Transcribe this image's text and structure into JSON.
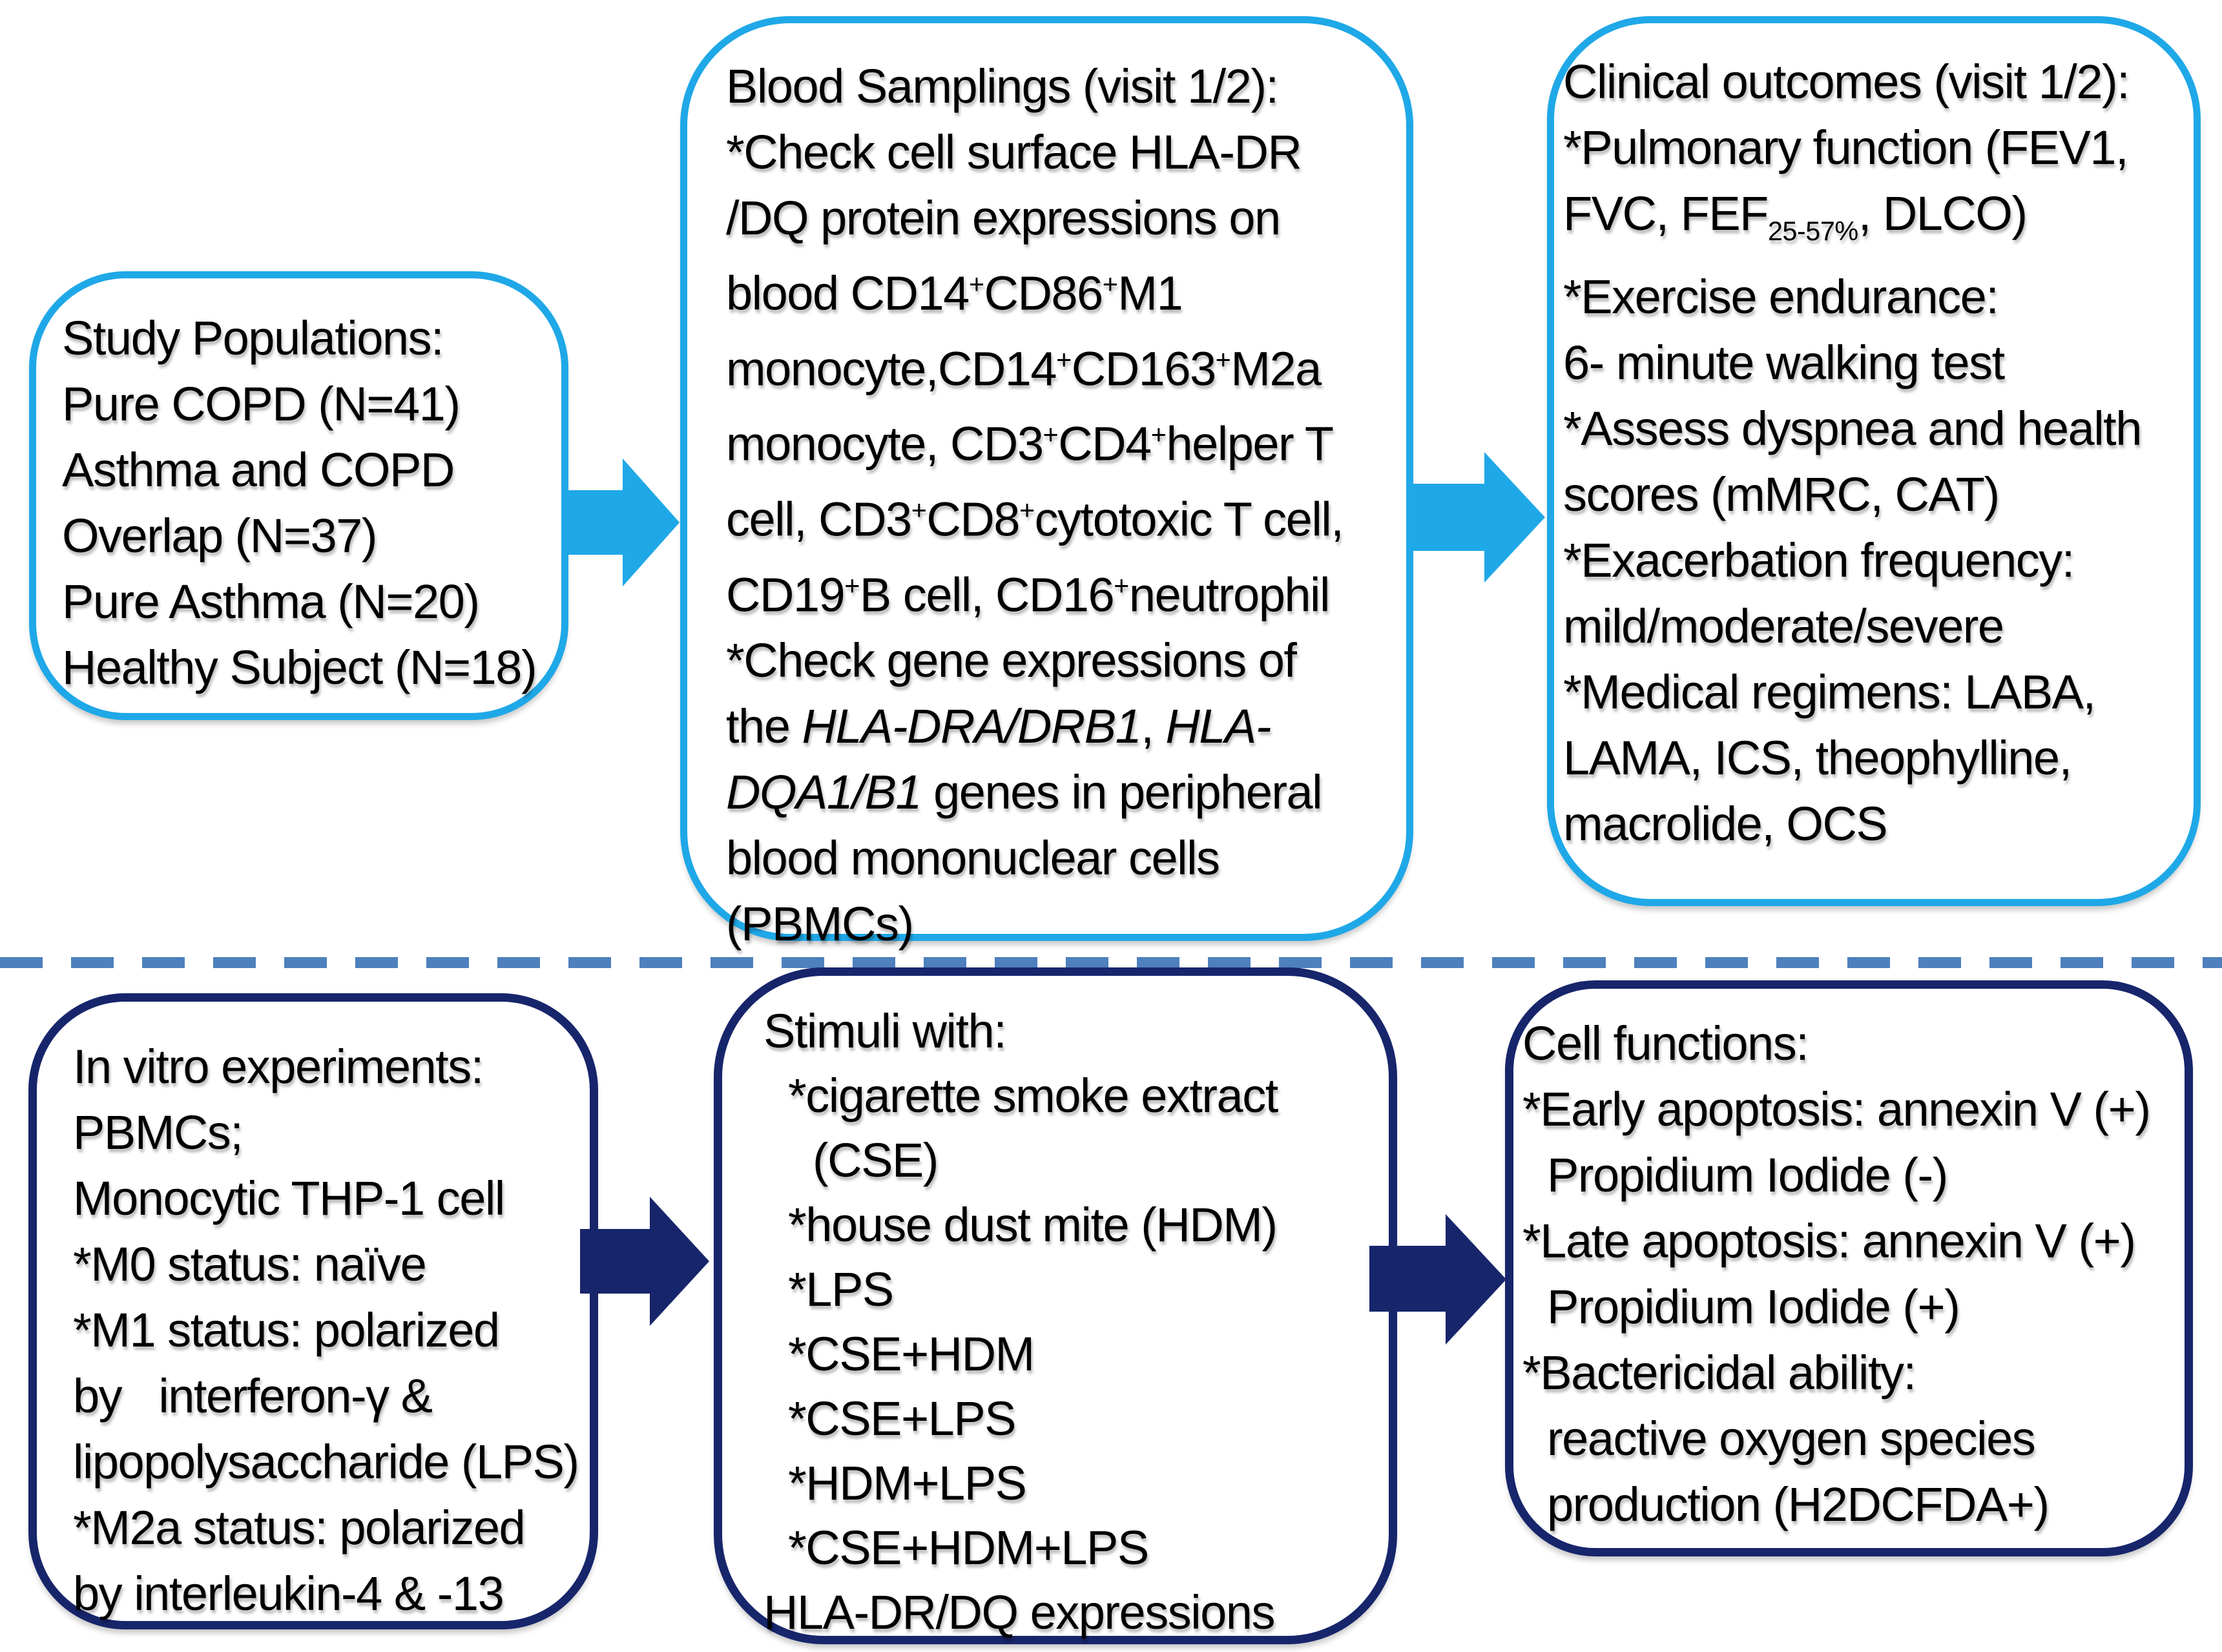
{
  "colors": {
    "top_accent": "#1fa8e7",
    "bottom_accent": "#17256b",
    "divider": "#4e80bd",
    "text": "#000000",
    "background": "#ffffff"
  },
  "boxes": {
    "study_populations": {
      "lines": [
        {
          "seg": [
            {
              "t": "Study Populations:"
            }
          ]
        },
        {
          "seg": [
            {
              "t": "Pure COPD (N=41)"
            }
          ]
        },
        {
          "seg": [
            {
              "t": "Asthma and COPD"
            }
          ]
        },
        {
          "seg": [
            {
              "t": "Overlap (N=37)"
            }
          ]
        },
        {
          "seg": [
            {
              "t": "Pure Asthma (N=20)"
            }
          ]
        },
        {
          "seg": [
            {
              "t": "Healthy Subject (N=18)"
            }
          ]
        }
      ]
    },
    "blood_samplings": {
      "lines": [
        {
          "seg": [
            {
              "t": "Blood Samplings (visit 1/2):"
            }
          ]
        },
        {
          "seg": [
            {
              "t": "*Check cell surface HLA-DR"
            }
          ]
        },
        {
          "seg": [
            {
              "t": "/DQ protein expressions on"
            }
          ]
        },
        {
          "seg": [
            {
              "t": "blood CD14"
            },
            {
              "sup": "+"
            },
            {
              "t": "CD86"
            },
            {
              "sup": "+"
            },
            {
              "t": "M1"
            }
          ]
        },
        {
          "seg": [
            {
              "t": "monocyte,CD14"
            },
            {
              "sup": "+"
            },
            {
              "t": "CD163"
            },
            {
              "sup": "+"
            },
            {
              "t": "M2a"
            }
          ]
        },
        {
          "seg": [
            {
              "t": "monocyte, CD3"
            },
            {
              "sup": "+"
            },
            {
              "t": "CD4"
            },
            {
              "sup": "+"
            },
            {
              "t": "helper T"
            }
          ]
        },
        {
          "seg": [
            {
              "t": "cell, CD3"
            },
            {
              "sup": "+"
            },
            {
              "t": "CD8"
            },
            {
              "sup": "+"
            },
            {
              "t": "cytotoxic T cell,"
            }
          ]
        },
        {
          "seg": [
            {
              "t": "CD19"
            },
            {
              "sup": "+"
            },
            {
              "t": "B cell, CD16"
            },
            {
              "sup": "+"
            },
            {
              "t": "neutrophil"
            }
          ]
        },
        {
          "seg": [
            {
              "t": "*Check gene expressions of"
            }
          ]
        },
        {
          "seg": [
            {
              "t": "the "
            },
            {
              "i": "HLA-DRA/DRB1"
            },
            {
              "t": ", "
            },
            {
              "i": "HLA-"
            }
          ]
        },
        {
          "seg": [
            {
              "i": "DQA1/B1"
            },
            {
              "t": " genes in peripheral"
            }
          ]
        },
        {
          "seg": [
            {
              "t": "blood mononuclear cells"
            }
          ]
        },
        {
          "seg": [
            {
              "t": "(PBMCs)"
            }
          ]
        }
      ]
    },
    "clinical_outcomes": {
      "lines": [
        {
          "seg": [
            {
              "t": "Clinical outcomes (visit 1/2):"
            }
          ]
        },
        {
          "seg": [
            {
              "t": "*Pulmonary function (FEV1,"
            }
          ]
        },
        {
          "seg": [
            {
              "t": "FVC, FEF"
            },
            {
              "sub": "25-57%"
            },
            {
              "t": ", DLCO)"
            }
          ]
        },
        {
          "seg": [
            {
              "t": "*Exercise endurance:"
            }
          ]
        },
        {
          "seg": [
            {
              "t": "6- minute walking test"
            }
          ]
        },
        {
          "seg": [
            {
              "t": "*Assess dyspnea and health"
            }
          ]
        },
        {
          "seg": [
            {
              "t": "scores (mMRC, CAT)"
            }
          ]
        },
        {
          "seg": [
            {
              "t": "*Exacerbation frequency:"
            }
          ]
        },
        {
          "seg": [
            {
              "t": "mild/moderate/severe"
            }
          ]
        },
        {
          "seg": [
            {
              "t": "*Medical regimens: LABA,"
            }
          ]
        },
        {
          "seg": [
            {
              "t": "LAMA, ICS, theophylline,"
            }
          ]
        },
        {
          "seg": [
            {
              "t": "macrolide, OCS"
            }
          ]
        }
      ]
    },
    "in_vitro": {
      "lines": [
        {
          "seg": [
            {
              "t": "In vitro experiments:"
            }
          ]
        },
        {
          "seg": [
            {
              "t": "PBMCs;"
            }
          ]
        },
        {
          "seg": [
            {
              "t": "Monocytic THP-1 cell"
            }
          ]
        },
        {
          "seg": [
            {
              "t": "*M0 status: naïve"
            }
          ]
        },
        {
          "seg": [
            {
              "t": "*M1 status: polarized"
            }
          ]
        },
        {
          "seg": [
            {
              "t": "by   interferon-γ &"
            }
          ]
        },
        {
          "seg": [
            {
              "t": "lipopolysaccharide (LPS)"
            }
          ]
        },
        {
          "seg": [
            {
              "t": "*M2a status: polarized"
            }
          ]
        },
        {
          "seg": [
            {
              "t": "by interleukin-4 & -13"
            }
          ]
        }
      ]
    },
    "stimuli": {
      "lines": [
        {
          "seg": [
            {
              "t": "Stimuli with:"
            }
          ]
        },
        {
          "indent": 1,
          "seg": [
            {
              "t": "*cigarette smoke extract"
            }
          ]
        },
        {
          "indent": 2,
          "seg": [
            {
              "t": "(CSE)"
            }
          ]
        },
        {
          "indent": 1,
          "seg": [
            {
              "t": "*house dust mite (HDM)"
            }
          ]
        },
        {
          "indent": 1,
          "seg": [
            {
              "t": "*LPS"
            }
          ]
        },
        {
          "indent": 1,
          "seg": [
            {
              "t": "*CSE+HDM"
            }
          ]
        },
        {
          "indent": 1,
          "seg": [
            {
              "t": "*CSE+LPS"
            }
          ]
        },
        {
          "indent": 1,
          "seg": [
            {
              "t": "*HDM+LPS"
            }
          ]
        },
        {
          "indent": 1,
          "seg": [
            {
              "t": "*CSE+HDM+LPS"
            }
          ]
        },
        {
          "seg": [
            {
              "t": "HLA-DR/DQ expressions"
            }
          ]
        }
      ]
    },
    "cell_functions": {
      "lines": [
        {
          "seg": [
            {
              "t": "Cell functions:"
            }
          ]
        },
        {
          "seg": [
            {
              "t": "*Early apoptosis: annexin V (+)"
            }
          ]
        },
        {
          "indent": 1,
          "seg": [
            {
              "t": "Propidium Iodide (-)"
            }
          ]
        },
        {
          "seg": [
            {
              "t": "*Late apoptosis: annexin V (+)"
            }
          ]
        },
        {
          "indent": 1,
          "seg": [
            {
              "t": "Propidium Iodide (+)"
            }
          ]
        },
        {
          "seg": [
            {
              "t": "*Bactericidal ability:"
            }
          ]
        },
        {
          "indent": 1,
          "seg": [
            {
              "t": "reactive oxygen species"
            }
          ]
        },
        {
          "indent": 1,
          "seg": [
            {
              "t": "production (H2DCFDA+)"
            }
          ]
        }
      ]
    }
  }
}
